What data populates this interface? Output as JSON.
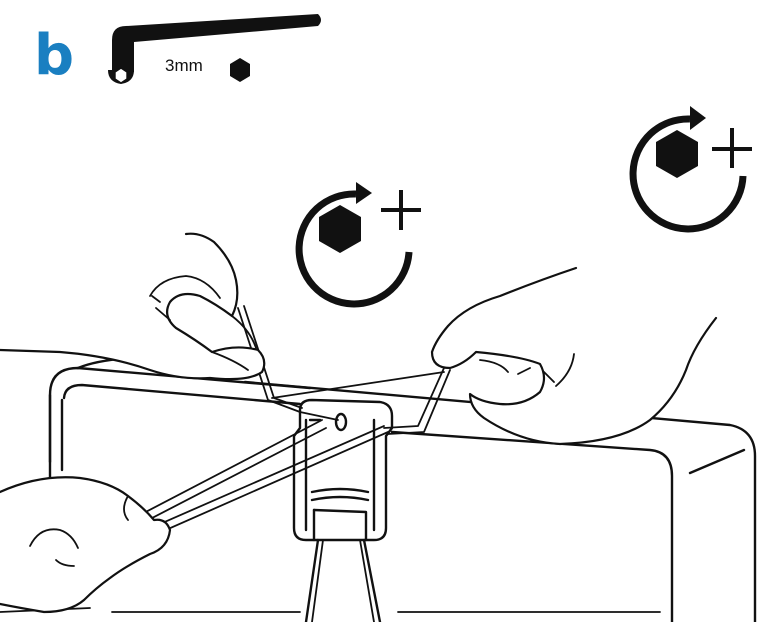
{
  "step": {
    "letter": "b",
    "letter_color": "#1a7fc1"
  },
  "tool": {
    "type": "hex-key",
    "size_label": "3mm",
    "icon": "hexagon-icon"
  },
  "indicators": [
    {
      "icon": "tighten-clockwise-icon",
      "symbol": "+"
    },
    {
      "icon": "tighten-clockwise-icon",
      "symbol": "+"
    }
  ],
  "colors": {
    "ink": "#111111",
    "background": "#ffffff"
  }
}
